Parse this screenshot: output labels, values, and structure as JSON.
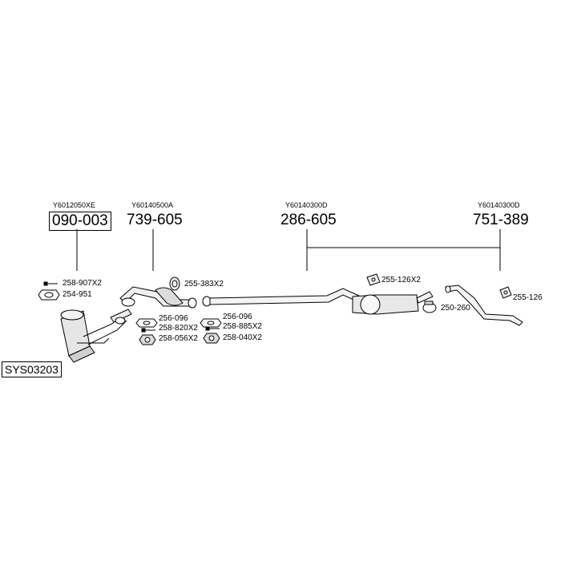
{
  "diagram": {
    "system_code": "SYS03203",
    "parts": [
      {
        "oem": "Y6012050XE",
        "number": "090-003"
      },
      {
        "oem": "Y60140500A",
        "number": "739-605"
      },
      {
        "oem": "Y60140300D",
        "number": "286-605"
      },
      {
        "oem": "Y60140300D",
        "number": "751-389"
      }
    ],
    "accessories": [
      "258-907X2",
      "254-951",
      "255-383X2",
      "256-096",
      "258-820X2",
      "258-056X2",
      "256-096",
      "258-885X2",
      "258-040X2",
      "255-126X2",
      "250-260",
      "255-126"
    ]
  }
}
